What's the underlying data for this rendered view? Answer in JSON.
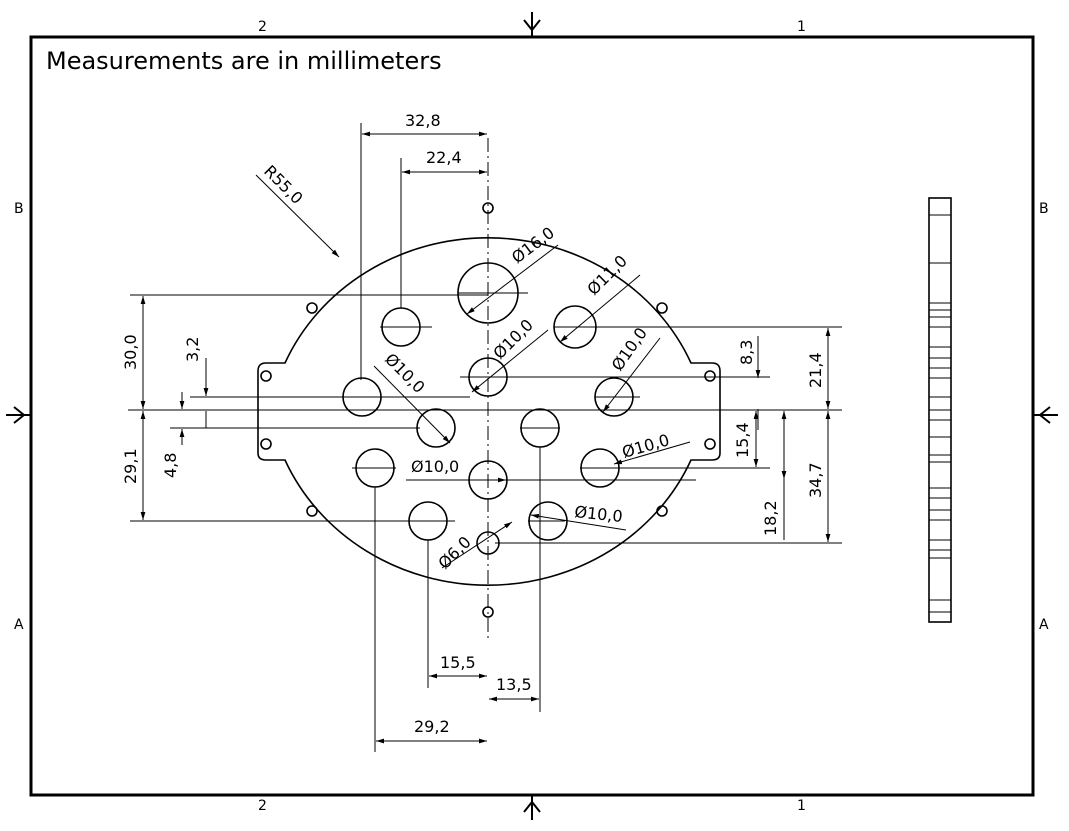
{
  "title": "Measurements are in millimeters",
  "zones": {
    "col_left": "2",
    "col_right": "1",
    "row_top": "B",
    "row_bottom": "A"
  },
  "dims": {
    "d32_8": "32,8",
    "d22_4": "22,4",
    "r55": "R55,0",
    "phi16": "Ø16,0",
    "phi11": "Ø11,0",
    "phi10_a": "Ø10,0",
    "phi10_b": "Ø10,0",
    "phi10_c": "Ø10,0",
    "phi10_d": "Ø10,0",
    "phi10_e": "Ø10,0",
    "phi10_f": "Ø10,0",
    "phi6": "Ø6,0",
    "d30_0": "30,0",
    "d3_2": "3,2",
    "d29_1": "29,1",
    "d4_8": "4,8",
    "d8_3": "8,3",
    "d21_4": "21,4",
    "d15_4": "15,4",
    "d18_2": "18,2",
    "d34_7": "34,7",
    "d15_5": "15,5",
    "d13_5": "13,5",
    "d29_2": "29,2"
  }
}
